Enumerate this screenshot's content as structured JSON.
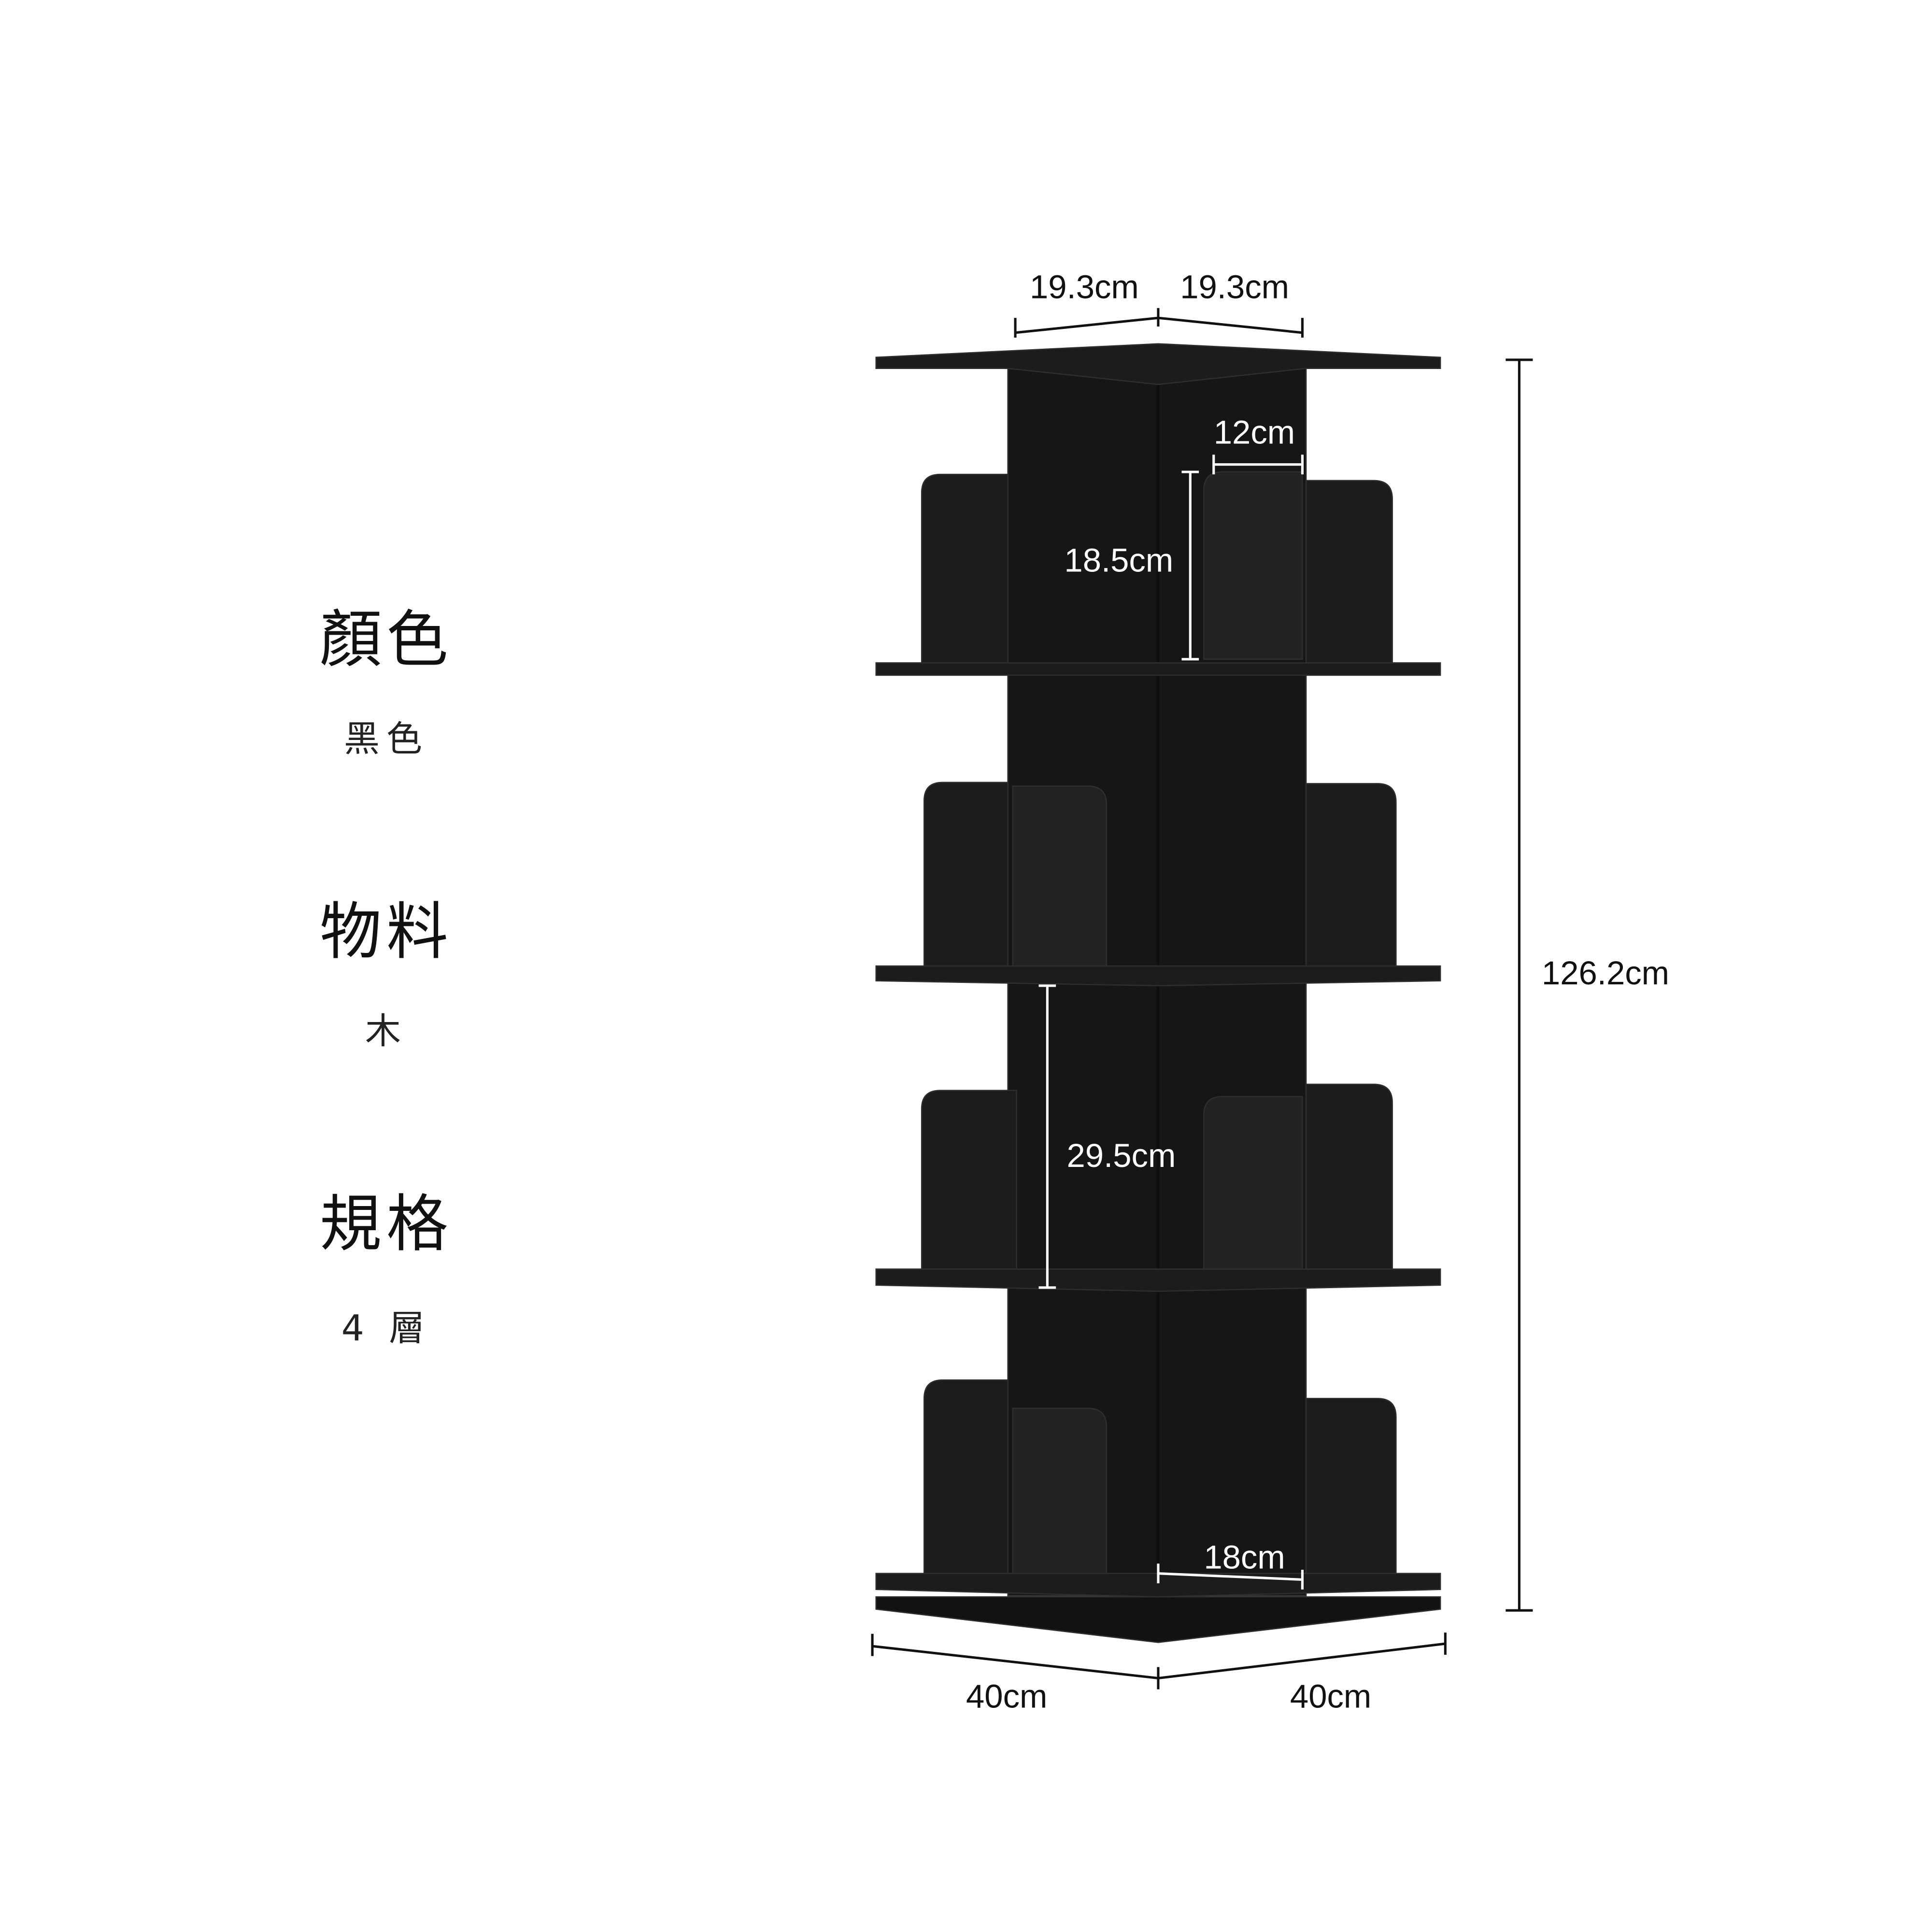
{
  "specs": [
    {
      "label": "顏色",
      "value": "黑色"
    },
    {
      "label": "物料",
      "value": "木"
    },
    {
      "label": "規格",
      "value": "4 層"
    }
  ],
  "dimensions": {
    "top_left_width": "19.3cm",
    "top_right_width": "19.3cm",
    "divider_width": "12cm",
    "divider_height": "18.5cm",
    "tier_height": "29.5cm",
    "bottom_divider_width": "18cm",
    "total_height": "126.2cm",
    "base_left": "40cm",
    "base_right": "40cm"
  },
  "colors": {
    "wood": "#1c1c1c",
    "wood_edge": "#2e2e2e",
    "dim_line_dark": "#111111",
    "dim_line_light": "#ffffff"
  }
}
